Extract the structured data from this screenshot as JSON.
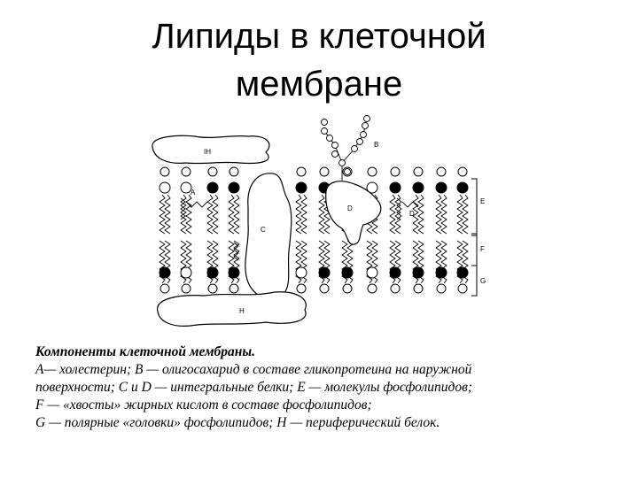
{
  "slide": {
    "title_line1": "Липиды в клеточной",
    "title_line2": "мембране"
  },
  "diagram": {
    "labels": {
      "A": "A",
      "B": "B",
      "C": "C",
      "D": "D",
      "D2": "D",
      "E": "E",
      "F": "F",
      "G": "G",
      "H": "H",
      "IH": "IH"
    },
    "colors": {
      "ink": "#000000",
      "paper": "#ffffff"
    }
  },
  "caption": {
    "title": "Компоненты клеточной мембраны.",
    "line1": "A— холестерин; B — олигосахарид в составе гликопротеина на наружной",
    "line2": "поверхности; C и D — интегральные белки; E — молекулы фосфолипидов;",
    "line3": "F — «хвосты» жирных кислот в составе фосфолипидов;",
    "line4": "G — полярные «головки» фосфолипидов; H — периферический белок."
  }
}
